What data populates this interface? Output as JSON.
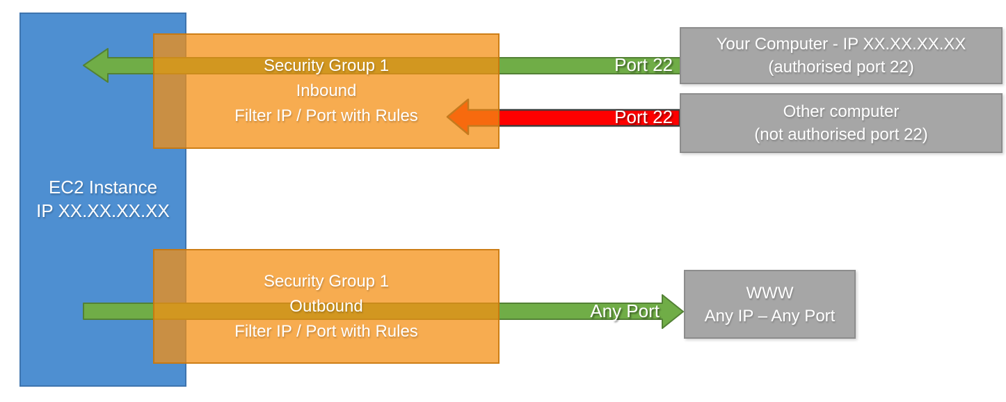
{
  "ec2": {
    "line1": "EC2 Instance",
    "line2": "IP XX.XX.XX.XX"
  },
  "sg_inbound": {
    "line1": "Security Group 1",
    "line2": "Inbound",
    "line3": "Filter IP / Port with Rules"
  },
  "sg_outbound": {
    "line1": "Security Group 1",
    "line2": "Outbound",
    "line3": "Filter IP / Port with Rules"
  },
  "your_computer": {
    "line1": "Your Computer - IP XX.XX.XX.XX",
    "line2": "(authorised port 22)"
  },
  "other_computer": {
    "line1": "Other computer",
    "line2": "(not authorised port 22)"
  },
  "www": {
    "line1": "WWW",
    "line2": "Any IP – Any Port"
  },
  "labels": {
    "inbound_allowed": "Port 22",
    "inbound_blocked": "Port 22",
    "outbound": "Any Port"
  },
  "colors": {
    "ec2_fill": "#4E8FD1",
    "security_group_fill": "#F48F13",
    "allowed_arrow_fill": "#70AD47",
    "allowed_arrow_stroke": "#538135",
    "blocked_arrow_fill": "#FF0000",
    "blocked_arrow_stroke": "#3F3F3F",
    "external_box_fill": "#A6A6A6"
  }
}
